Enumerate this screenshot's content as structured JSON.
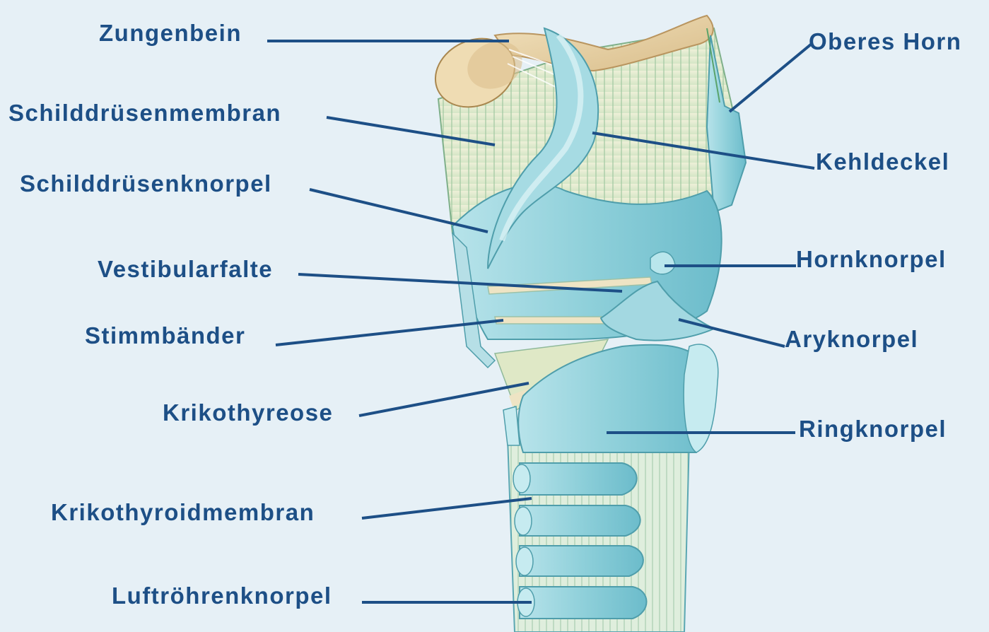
{
  "labels": {
    "zungenbein": "Zungenbein",
    "schilddruesenmembran": "Schilddrüsenmembran",
    "schilddruesenknorpel": "Schilddrüsenknorpel",
    "vestibularfalte": "Vestibularfalte",
    "stimmbaender": "Stimmbänder",
    "krikothyreose": "Krikothyreose",
    "krikothyroidmembran": "Krikothyroidmembran",
    "luftroehrenknorpel": "Luftröhrenknorpel",
    "oberes_horn": "Oberes Horn",
    "kehldeckel": "Kehldeckel",
    "hornknorpel": "Hornknorpel",
    "aryknorpel": "Aryknorpel",
    "ringknorpel": "Ringknorpel"
  },
  "colors": {
    "background": "#e6f0f6",
    "label_text": "#1d4f86",
    "leader_line": "#1d4f86",
    "cartilage": "#8fd0da",
    "membrane": "#dfe8c6",
    "bone": "#e8d3a6"
  }
}
